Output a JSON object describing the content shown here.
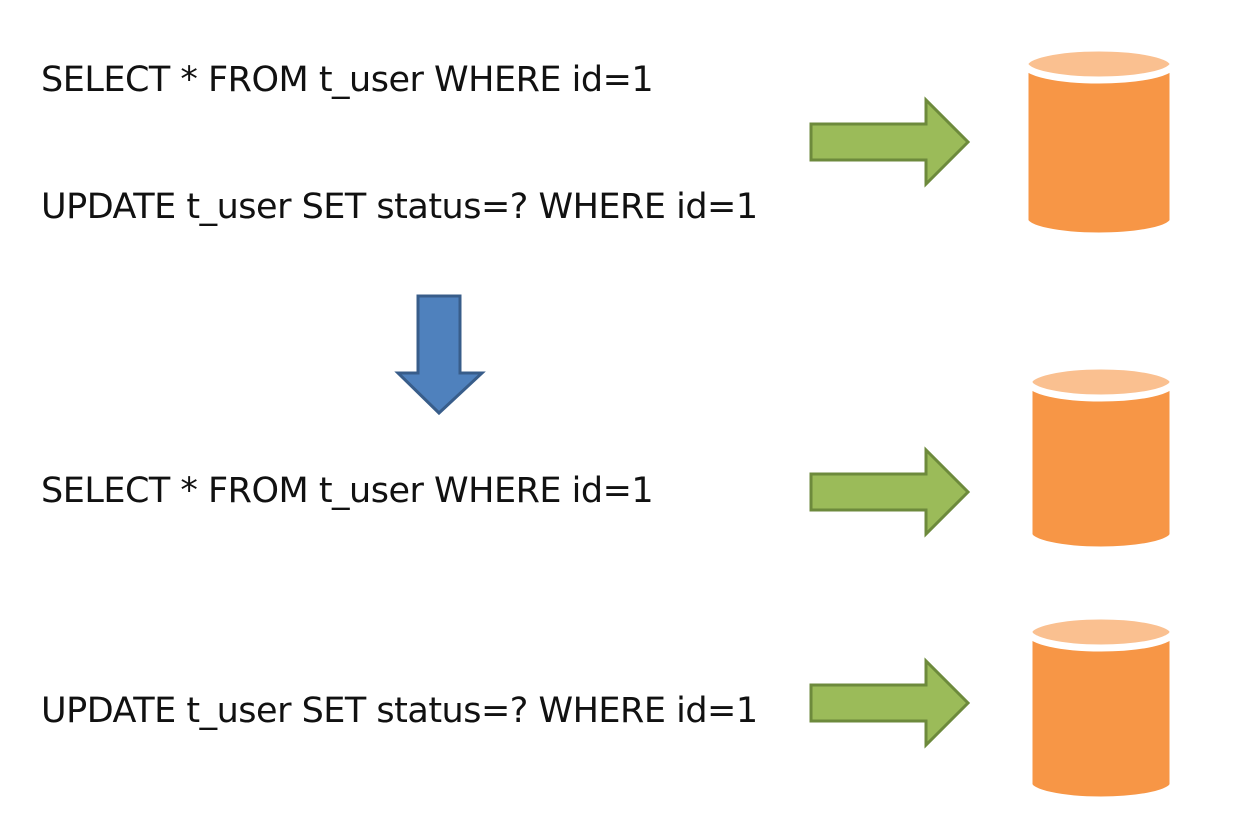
{
  "colors": {
    "arrow_right_fill": "#9bbb59",
    "arrow_right_stroke": "#6d8a3c",
    "arrow_down_fill": "#4f81bd",
    "arrow_down_stroke": "#385d8a",
    "db_body": "#f79646",
    "db_top": "#fac090",
    "db_outline": "#ffffff"
  },
  "before": {
    "select_query": "SELECT * FROM t_user WHERE id=1",
    "update_query": "UPDATE t_user SET status=? WHERE id=1",
    "arrow_icon": "right-arrow-icon",
    "database_icon": "database-icon"
  },
  "transition": {
    "arrow_icon": "down-arrow-icon"
  },
  "after": [
    {
      "query": "SELECT * FROM t_user WHERE id=1",
      "arrow_icon": "right-arrow-icon",
      "database_icon": "database-icon"
    },
    {
      "query": "UPDATE t_user SET status=? WHERE id=1",
      "arrow_icon": "right-arrow-icon",
      "database_icon": "database-icon"
    }
  ]
}
